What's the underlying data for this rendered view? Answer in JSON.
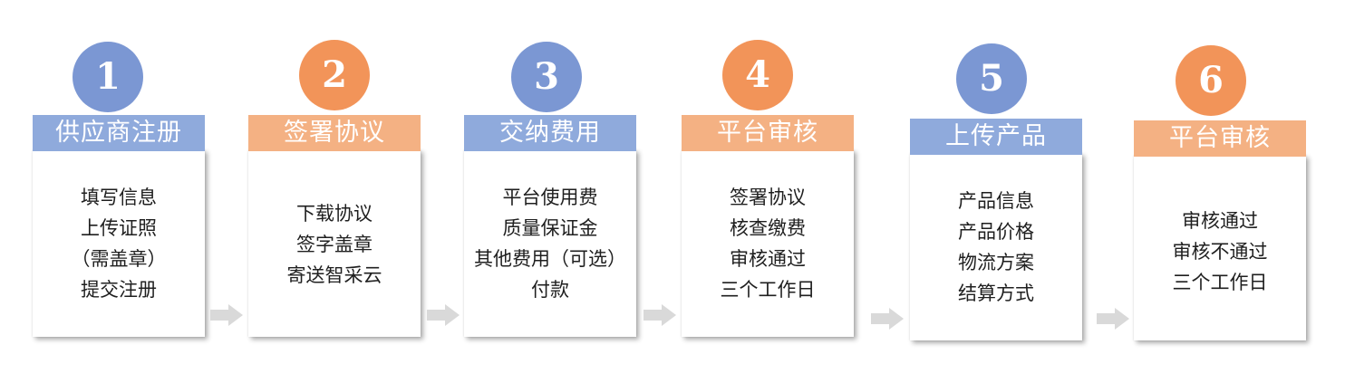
{
  "colors": {
    "blue": "#7b97d3",
    "orange": "#f29459",
    "tab_blue": "#8faadc",
    "tab_orange": "#f4b183",
    "arrow": "#d9d9d9"
  },
  "steps": [
    {
      "number": "1",
      "title": "供应商注册",
      "color": "blue",
      "items": [
        "填写信息",
        "上传证照",
        "（需盖章）",
        "提交注册"
      ]
    },
    {
      "number": "2",
      "title": "签署协议",
      "color": "orange",
      "items": [
        "下载协议",
        "签字盖章",
        "寄送智采云"
      ]
    },
    {
      "number": "3",
      "title": "交纳费用",
      "color": "blue",
      "items": [
        "平台使用费",
        "质量保证金",
        "其他费用（可选）",
        "付款"
      ]
    },
    {
      "number": "4",
      "title": "平台审核",
      "color": "orange",
      "items": [
        "签署协议",
        "核查缴费",
        "审核通过",
        "三个工作日"
      ]
    },
    {
      "number": "5",
      "title": "上传产品",
      "color": "blue",
      "items": [
        "产品信息",
        "产品价格",
        "物流方案",
        "结算方式"
      ]
    },
    {
      "number": "6",
      "title": "平台审核",
      "color": "orange",
      "items": [
        "审核通过",
        "审核不通过",
        "三个工作日"
      ]
    }
  ]
}
